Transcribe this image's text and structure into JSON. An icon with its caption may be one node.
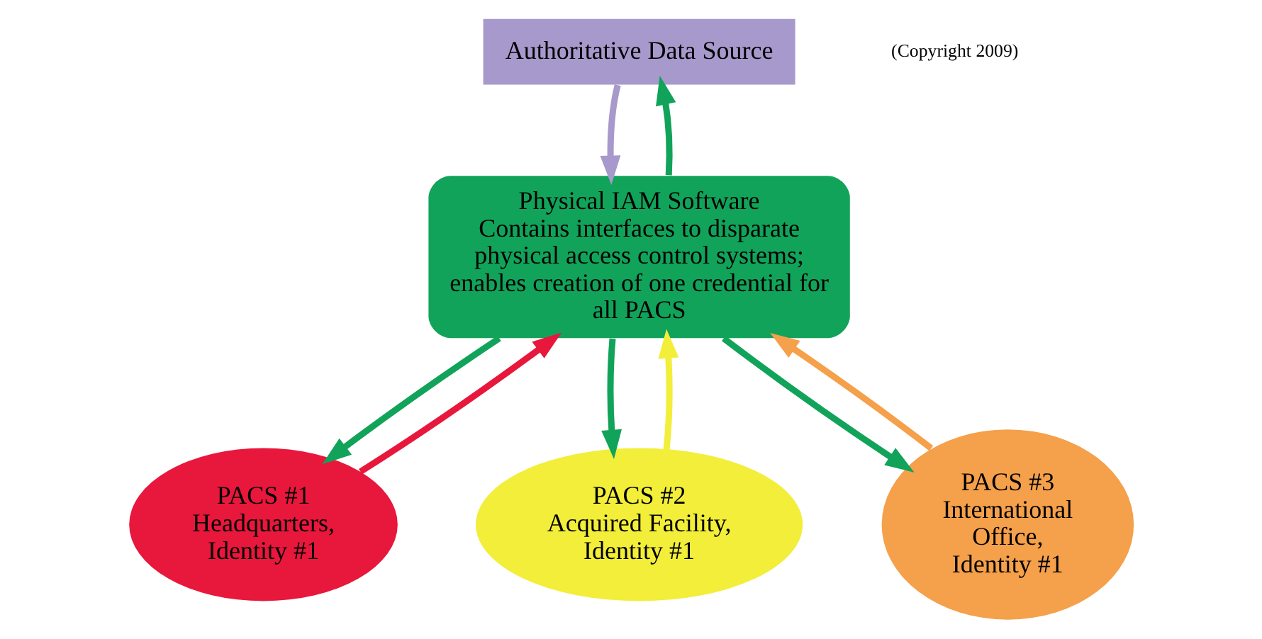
{
  "diagram": {
    "nodes": [
      {
        "text": [
          "Authoritative Data Source"
        ]
      },
      {
        "text": [
          "Physical IAM Software",
          "Contains interfaces to disparate physical access control systems; enables creation of one credential for all PACS"
        ]
      },
      {
        "text": [
          "PACS #1",
          "Headquarters, Identity #1"
        ]
      },
      {
        "text": [
          "PACS #2",
          "Acquired Facility, Identity #1"
        ]
      },
      {
        "text": [
          "PACS #3",
          "International Office, Identity #1"
        ]
      }
    ],
    "edges": [
      {
        "from": 1,
        "to": 0,
        "arrow": "to"
      },
      {
        "from": 0,
        "to": 1,
        "arrow": "to",
        "color": "#a899cc"
      },
      {
        "from": 1,
        "to": 2,
        "arrow": "to"
      },
      {
        "from": 2,
        "to": 1,
        "arrow": "to",
        "color": "#e8173c"
      },
      {
        "from": 1,
        "to": 3,
        "arrow": "to"
      },
      {
        "from": 3,
        "to": 1,
        "arrow": "to",
        "color": "#f2ee3a"
      },
      {
        "from": 1,
        "to": 4,
        "arrow": "to"
      },
      {
        "from": 4,
        "to": 1,
        "arrow": "to",
        "color": "#f5a04a"
      }
    ],
    "labels": [
      "(Copyright 2009)"
    ]
  }
}
